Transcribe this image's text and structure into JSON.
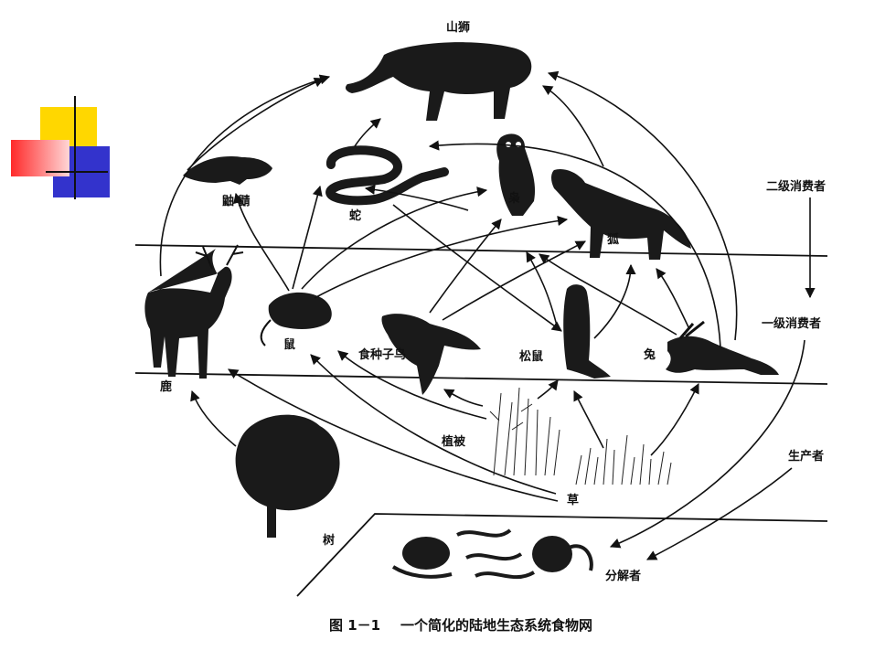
{
  "labels": {
    "cougar": "山狮",
    "weasel": "鼬 鼱",
    "snake": "蛇",
    "owl": "枭",
    "fox": "狐",
    "deer": "鹿",
    "mouse": "鼠",
    "seedbird": "食种子鸟",
    "squirrel": "松鼠",
    "rabbit": "兔",
    "vegetation": "植被",
    "grass": "草",
    "tree": "树",
    "decomposers": "分解者"
  },
  "levels": {
    "secondary": "二级消费者",
    "primary": "一级消费者",
    "producers": "生产者"
  },
  "caption": {
    "prefix": "图  1－1",
    "text": "一个简化的陆地生态系统食物网"
  },
  "deco": {
    "yellow": "#ffd700",
    "red": "#ff3b3b",
    "blue": "#3333cc",
    "line": "#111111"
  }
}
